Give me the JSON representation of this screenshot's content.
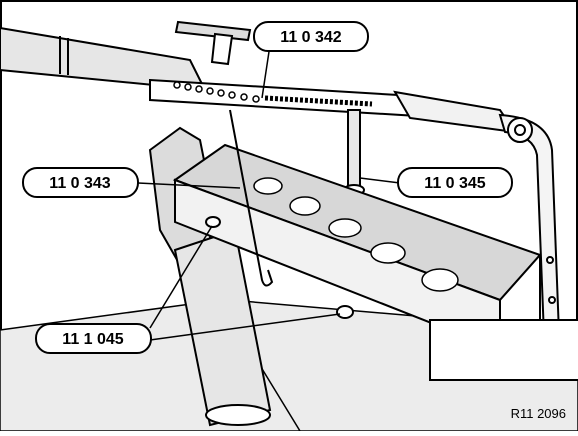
{
  "callouts": {
    "c342": "11 0 342",
    "c343": "11 0 343",
    "c345": "11 0 345",
    "c045": "11 1 045"
  },
  "reference": "R11 2096",
  "colors": {
    "line": "#000000",
    "background": "#ffffff",
    "shade": "#e6e6e6",
    "dark": "#cfcfcf"
  }
}
